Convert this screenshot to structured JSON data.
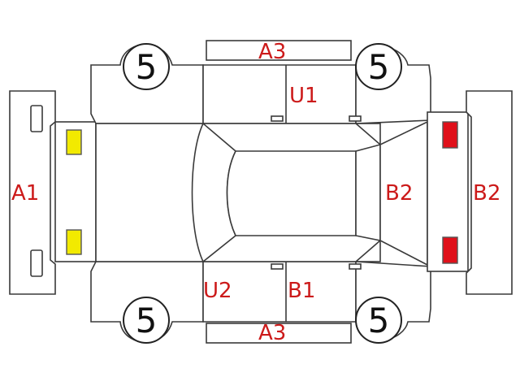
{
  "damage_marks": {
    "front_bumper": "A1",
    "roof_left": "U1",
    "roof_right": "U2",
    "rear_right_door": "B1",
    "rear_panel": "B2",
    "rear_bumper": "B2",
    "side_top": "A3",
    "side_bottom": "A3"
  },
  "tires": {
    "front_left": "5",
    "rear_left": "5",
    "front_right": "5",
    "rear_right": "5"
  },
  "colors": {
    "label": "#cc1a1a",
    "headlight": "#f2ea00",
    "taillight": "#e0101a",
    "outline": "#3a3a3a"
  }
}
